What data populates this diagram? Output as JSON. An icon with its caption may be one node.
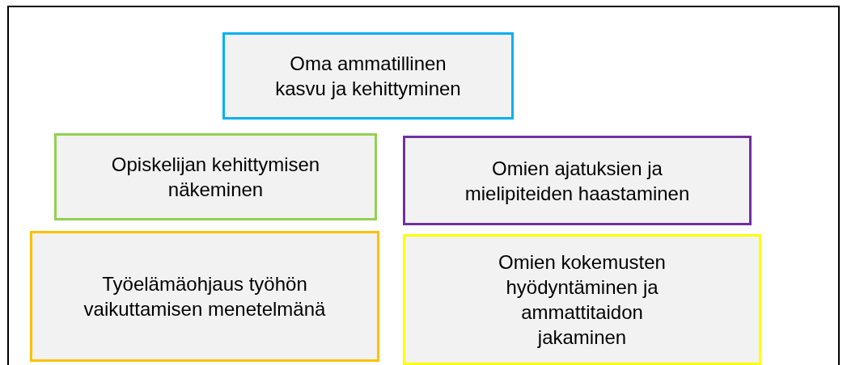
{
  "diagram": {
    "nodes": [
      {
        "text": [
          "Oma ammatillinen kasvu ja kehittyminen"
        ]
      },
      {
        "text": [
          "Opiskelijan kehittymisen näkeminen"
        ]
      },
      {
        "text": [
          "Omien ajatuksien ja mielipiteiden haastaminen"
        ]
      },
      {
        "text": [
          "Työelämäohjaus työhön vaikuttamisen menetelmänä"
        ]
      },
      {
        "text": [
          "Omien kokemusten hyödyntäminen ja ammattitaidon jakaminen"
        ]
      }
    ],
    "edges": []
  }
}
